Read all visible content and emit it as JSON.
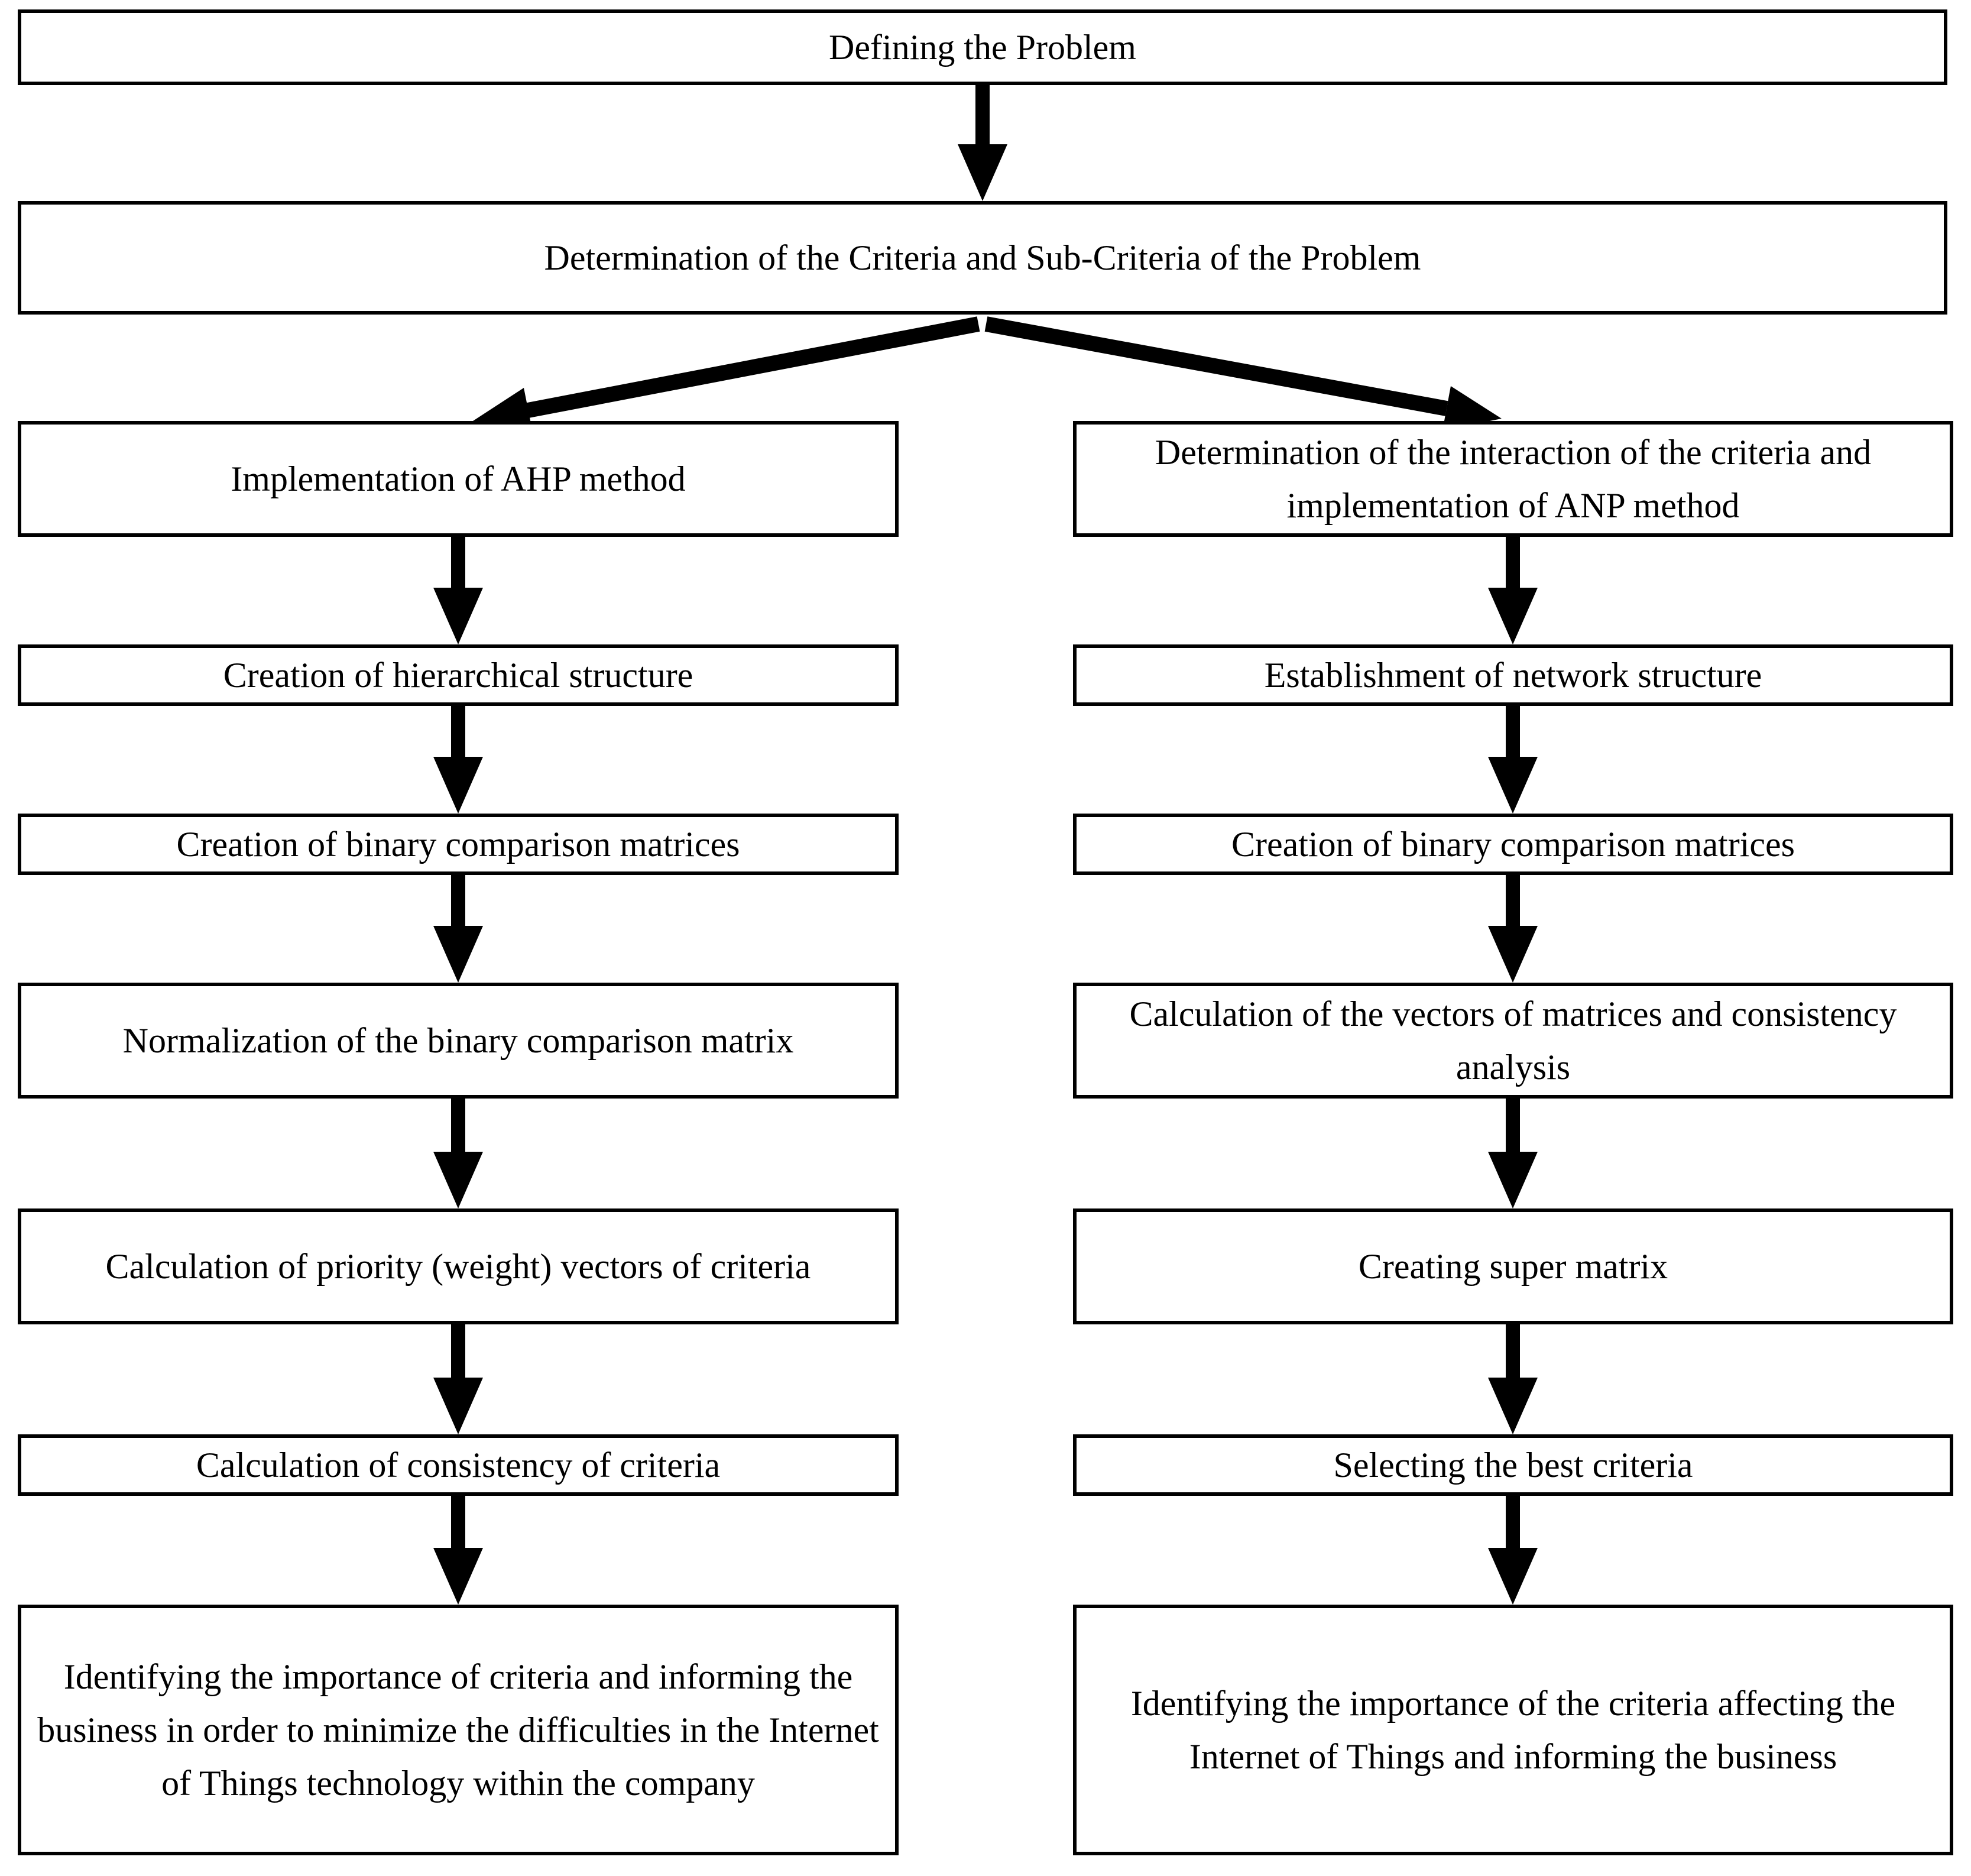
{
  "flow": {
    "root": {
      "label": "Defining the Problem"
    },
    "criteria": {
      "label": "Determination of the Criteria and Sub-Criteria of the Problem"
    },
    "left": {
      "steps": [
        "Implementation of AHP method",
        "Creation of hierarchical structure",
        "Creation of binary comparison matrices",
        "Normalization of the binary comparison matrix",
        "Calculation of priority (weight) vectors of criteria",
        "Calculation of consistency of criteria",
        "Identifying the importance of criteria and informing the business in order to minimize the difficulties in the Internet of Things technology within the company"
      ]
    },
    "right": {
      "steps": [
        "Determination of the interaction of the criteria and implementation of ANP method",
        "Establishment of network structure",
        "Creation of binary comparison matrices",
        "Calculation of the vectors of matrices and consistency analysis",
        "Creating super matrix",
        "Selecting the best criteria",
        "Identifying the importance of the criteria affecting the Internet of Things and informing the business"
      ]
    },
    "colors": {
      "line": "#000000",
      "box_background": "#ffffff",
      "text": "#000000",
      "page_background": "#ffffff"
    }
  }
}
